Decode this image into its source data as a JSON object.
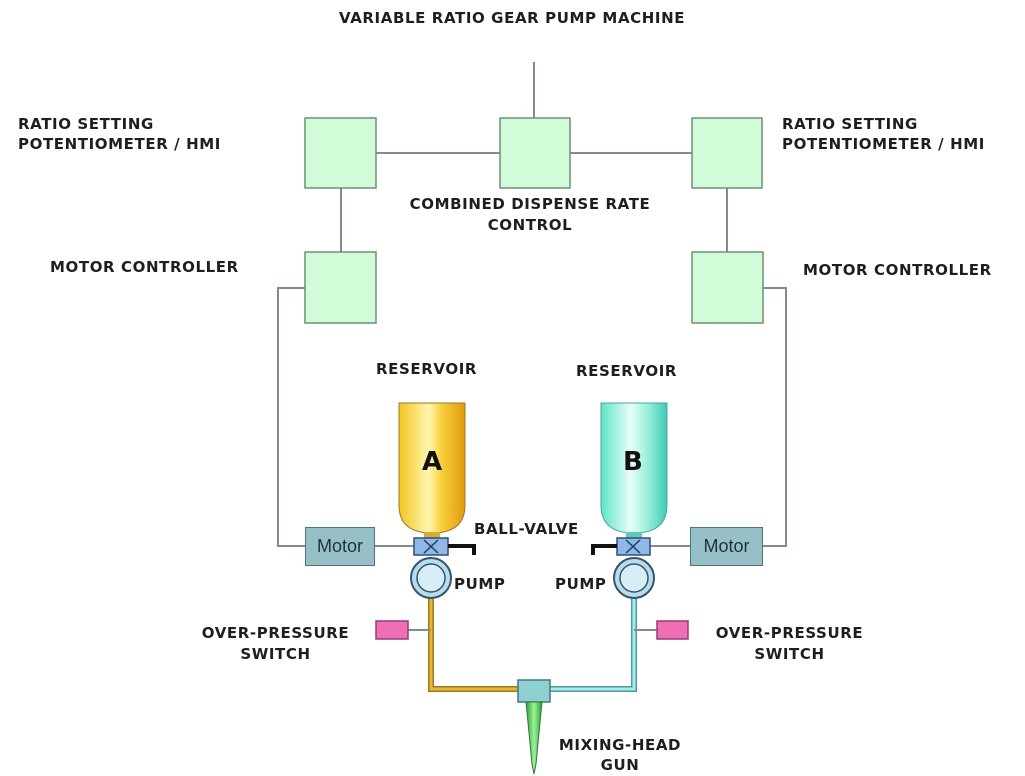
{
  "title": "VARIABLE RATIO GEAR PUMP MACHINE",
  "labels": {
    "ratio_left_1": "RATIO SETTING",
    "ratio_left_2": "POTENTIOMETER / HMI",
    "ratio_right_1": "RATIO SETTING",
    "ratio_right_2": "POTENTIOMETER / HMI",
    "combined_1": "COMBINED DISPENSE RATE",
    "combined_2": "CONTROL",
    "motor_controller_left": "MOTOR CONTROLLER",
    "motor_controller_right": "MOTOR CONTROLLER",
    "reservoir_left": "RESERVOIR",
    "reservoir_right": "RESERVOIR",
    "ball_valve": "BALL-VALVE",
    "pump_left": "PUMP",
    "pump_right": "PUMP",
    "over_pressure_left_1": "OVER-PRESSURE",
    "over_pressure_left_2": "SWITCH",
    "over_pressure_right_1": "OVER-PRESSURE",
    "over_pressure_right_2": "SWITCH",
    "mixing_head_1": "MIXING-HEAD",
    "mixing_head_2": "GUN"
  },
  "tanks": {
    "a": "A",
    "b": "B"
  },
  "motors": {
    "left": "Motor",
    "right": "Motor"
  },
  "colors": {
    "control_box": "#d2fbd7",
    "motor": "#97c0c6",
    "line_a": "#d7a11c",
    "line_b": "#8ed9d9",
    "switch": "#ee6fb6",
    "gun": "#5fc95f"
  }
}
